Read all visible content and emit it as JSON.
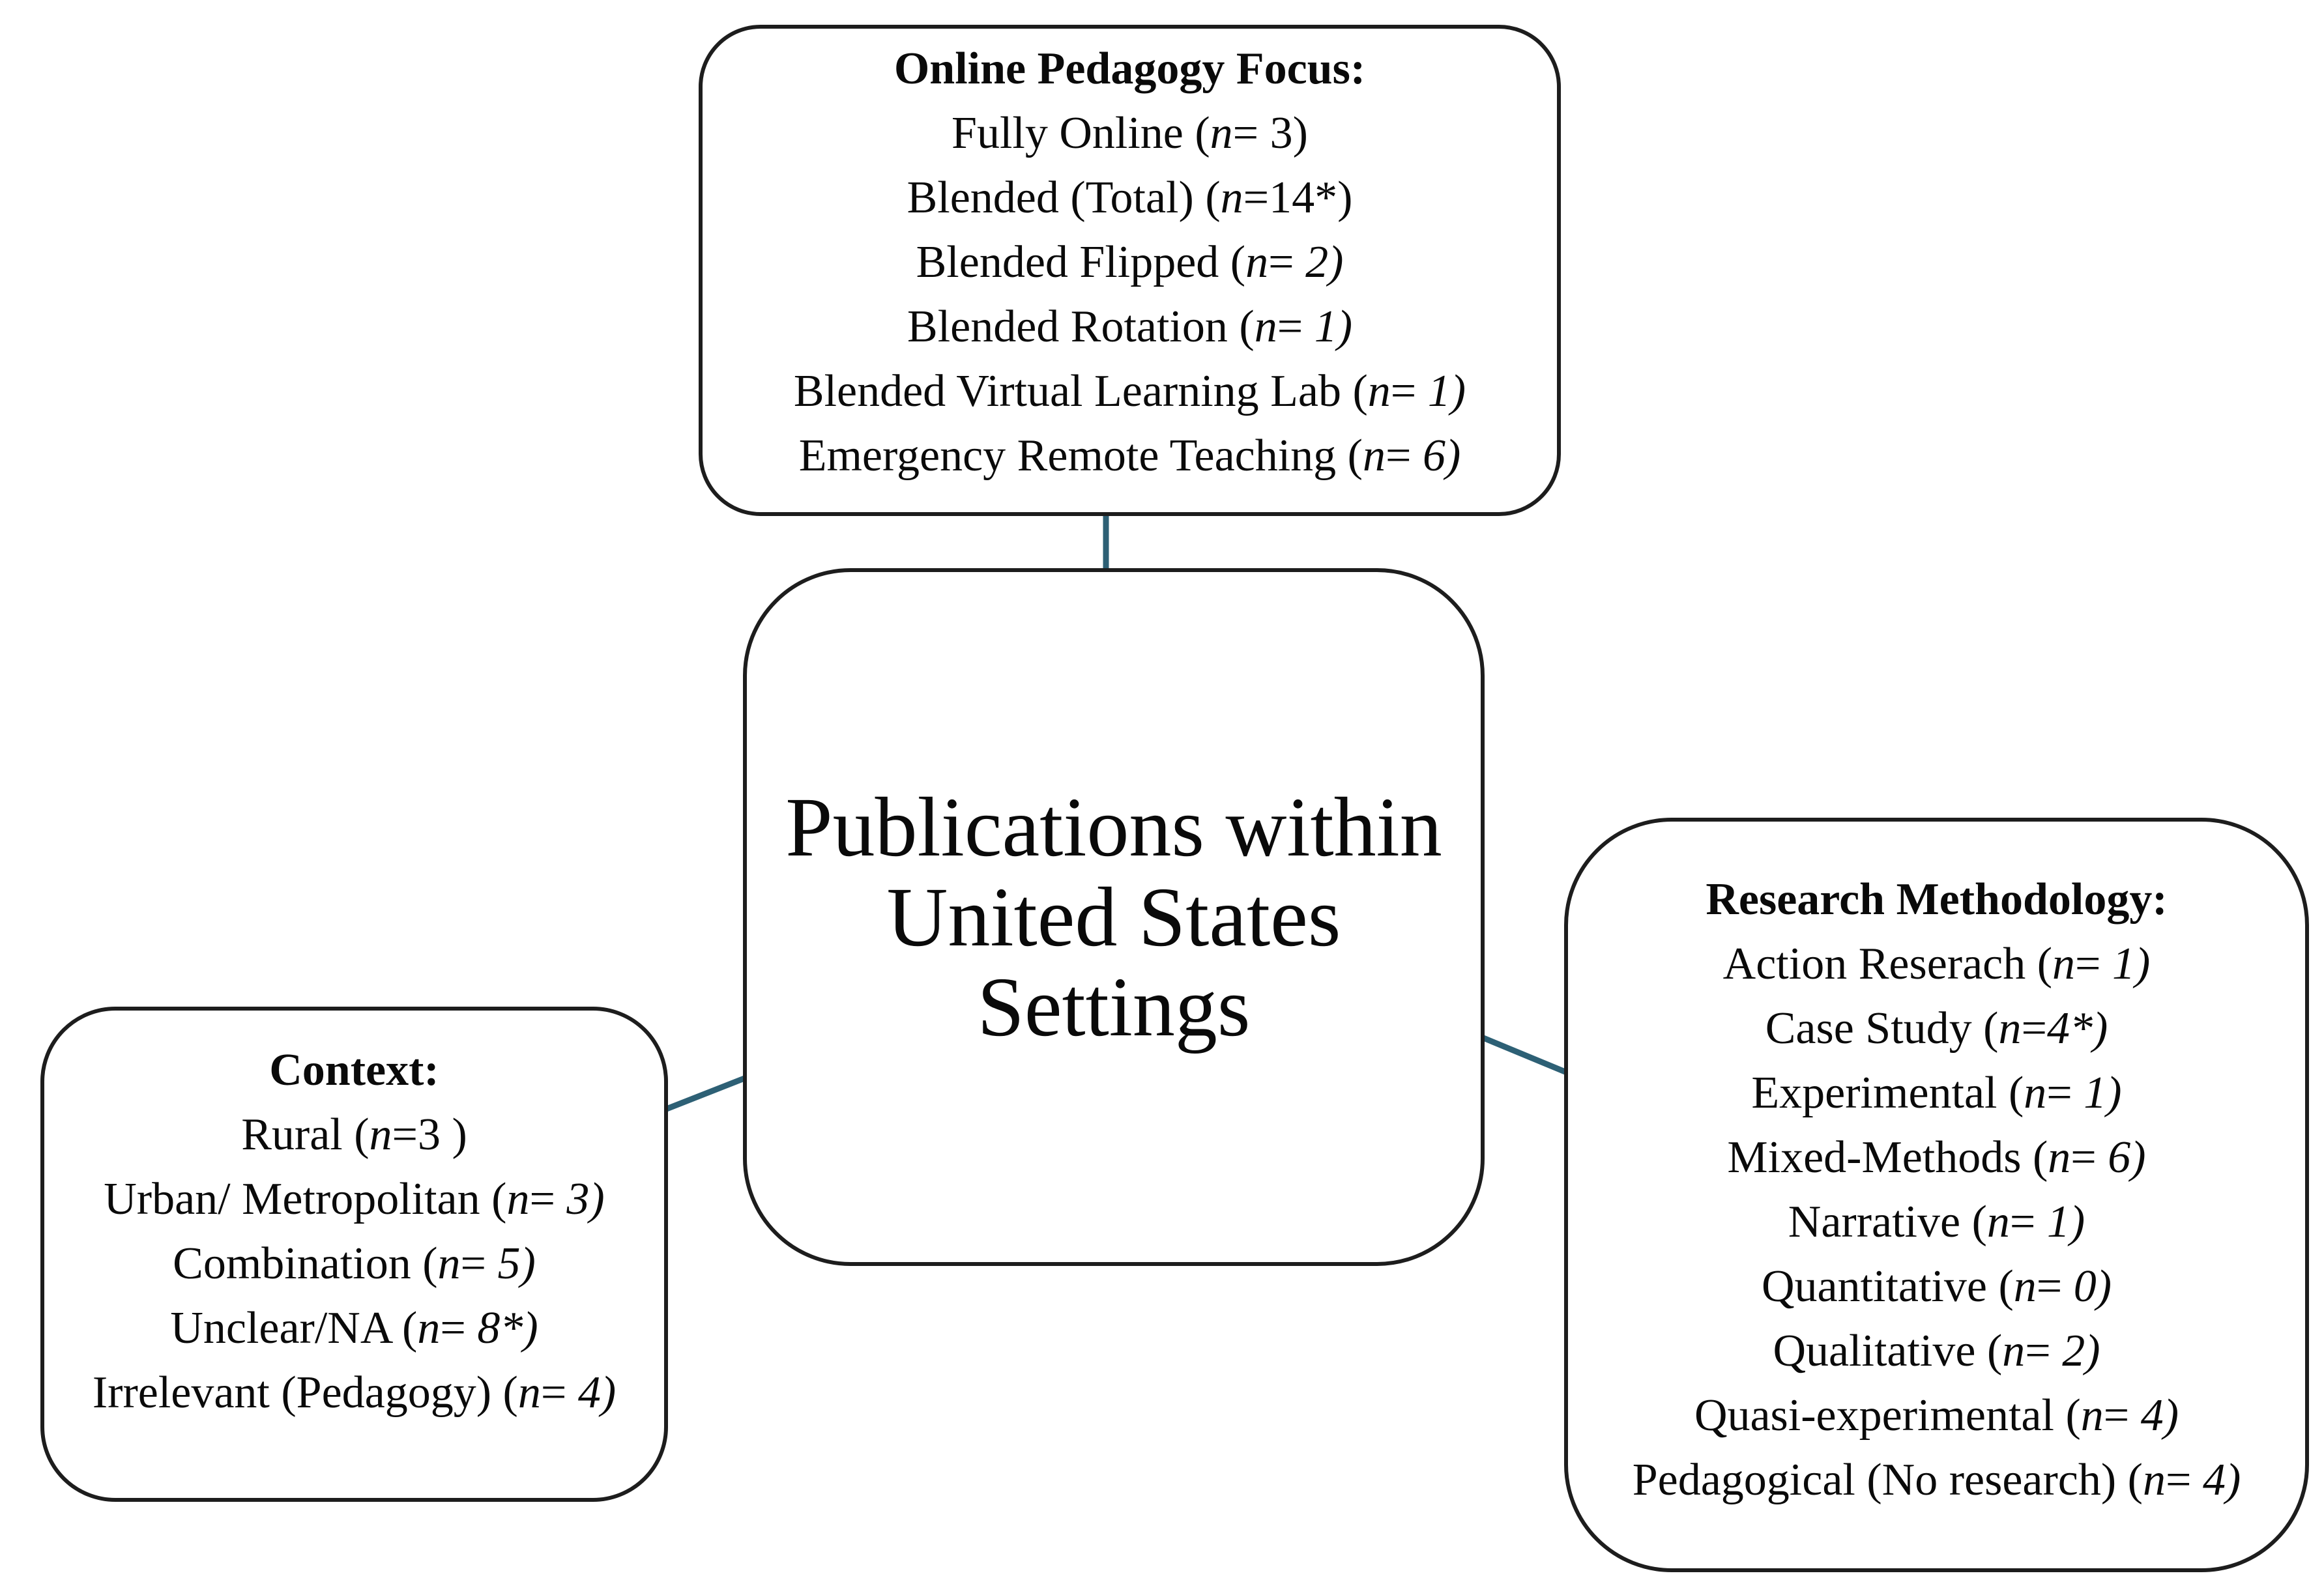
{
  "figure": {
    "background": "#ffffff",
    "colors": {
      "box_border": "#1d1d1d",
      "connector": "#2d6075",
      "text": "#0a0a0a"
    },
    "center": {
      "title_lines": [
        "Publications within",
        "United States",
        "Settings"
      ]
    },
    "boxes": [
      {
        "id": "online-pedagogy-focus",
        "heading": "Online Pedagogy Focus:",
        "items": [
          {
            "segments": [
              {
                "t": "Fully Online (",
                "i": false
              },
              {
                "t": "n",
                "i": true
              },
              {
                "t": "= 3)",
                "i": false
              }
            ]
          },
          {
            "segments": [
              {
                "t": "Blended (Total) (",
                "i": false
              },
              {
                "t": "n",
                "i": true
              },
              {
                "t": "=14*)",
                "i": false
              }
            ]
          },
          {
            "segments": [
              {
                "t": "Blended Flipped (",
                "i": false
              },
              {
                "t": "n",
                "i": true
              },
              {
                "t": "= ",
                "i": false
              },
              {
                "t": "2)",
                "i": true
              }
            ]
          },
          {
            "segments": [
              {
                "t": "Blended Rotation (",
                "i": false
              },
              {
                "t": "n",
                "i": true
              },
              {
                "t": "= ",
                "i": false
              },
              {
                "t": "1)",
                "i": true
              }
            ]
          },
          {
            "segments": [
              {
                "t": "Blended Virtual Learning Lab (",
                "i": false
              },
              {
                "t": "n",
                "i": true
              },
              {
                "t": "= ",
                "i": false
              },
              {
                "t": "1)",
                "i": true
              }
            ]
          },
          {
            "segments": [
              {
                "t": "Emergency Remote Teaching (",
                "i": false
              },
              {
                "t": "n",
                "i": true
              },
              {
                "t": "= ",
                "i": false
              },
              {
                "t": "6)",
                "i": true
              }
            ]
          }
        ]
      },
      {
        "id": "context",
        "heading": "Context:",
        "items": [
          {
            "segments": [
              {
                "t": "Rural (",
                "i": false
              },
              {
                "t": "n",
                "i": true
              },
              {
                "t": "=3 )",
                "i": false
              }
            ]
          },
          {
            "segments": [
              {
                "t": "Urban/ Metropolitan (",
                "i": false
              },
              {
                "t": "n",
                "i": true
              },
              {
                "t": "= ",
                "i": false
              },
              {
                "t": "3)",
                "i": true
              }
            ]
          },
          {
            "segments": [
              {
                "t": "Combination (",
                "i": false
              },
              {
                "t": "n",
                "i": true
              },
              {
                "t": "= ",
                "i": false
              },
              {
                "t": "5)",
                "i": true
              }
            ]
          },
          {
            "segments": [
              {
                "t": "Unclear/NA (",
                "i": false
              },
              {
                "t": "n",
                "i": true
              },
              {
                "t": "= ",
                "i": false
              },
              {
                "t": "8*)",
                "i": true
              }
            ]
          },
          {
            "segments": [
              {
                "t": "Irrelevant (Pedagogy) (",
                "i": false
              },
              {
                "t": "n",
                "i": true
              },
              {
                "t": "= ",
                "i": false
              },
              {
                "t": "4)",
                "i": true
              }
            ]
          }
        ]
      },
      {
        "id": "research-methodology",
        "heading": "Research Methodology:",
        "items": [
          {
            "segments": [
              {
                "t": "Action Reserach (",
                "i": false
              },
              {
                "t": "n",
                "i": true
              },
              {
                "t": "= ",
                "i": false
              },
              {
                "t": "1)",
                "i": true
              }
            ]
          },
          {
            "segments": [
              {
                "t": "Case Study (",
                "i": false
              },
              {
                "t": "n",
                "i": true
              },
              {
                "t": "=",
                "i": false
              },
              {
                "t": "4*)",
                "i": true
              }
            ]
          },
          {
            "segments": [
              {
                "t": "Experimental (",
                "i": false
              },
              {
                "t": "n",
                "i": true
              },
              {
                "t": "= ",
                "i": false
              },
              {
                "t": "1)",
                "i": true
              }
            ]
          },
          {
            "segments": [
              {
                "t": "Mixed-Methods (",
                "i": false
              },
              {
                "t": "n",
                "i": true
              },
              {
                "t": "= ",
                "i": false
              },
              {
                "t": "6)",
                "i": true
              }
            ]
          },
          {
            "segments": [
              {
                "t": "Narrative (",
                "i": false
              },
              {
                "t": "n",
                "i": true
              },
              {
                "t": "= ",
                "i": false
              },
              {
                "t": "1)",
                "i": true
              }
            ]
          },
          {
            "segments": [
              {
                "t": "Quantitative (",
                "i": false
              },
              {
                "t": "n",
                "i": true
              },
              {
                "t": "= ",
                "i": false
              },
              {
                "t": "0)",
                "i": true
              }
            ]
          },
          {
            "segments": [
              {
                "t": "Qualitative (",
                "i": false
              },
              {
                "t": "n",
                "i": true
              },
              {
                "t": "= ",
                "i": false
              },
              {
                "t": "2)",
                "i": true
              }
            ]
          },
          {
            "segments": [
              {
                "t": "Quasi-experimental (",
                "i": false
              },
              {
                "t": "n",
                "i": true
              },
              {
                "t": "= ",
                "i": false
              },
              {
                "t": "4)",
                "i": true
              }
            ]
          },
          {
            "segments": [
              {
                "t": "Pedagogical (No research) (",
                "i": false
              },
              {
                "t": "n",
                "i": true
              },
              {
                "t": "= ",
                "i": false
              },
              {
                "t": "4)",
                "i": true
              }
            ]
          }
        ]
      }
    ]
  }
}
